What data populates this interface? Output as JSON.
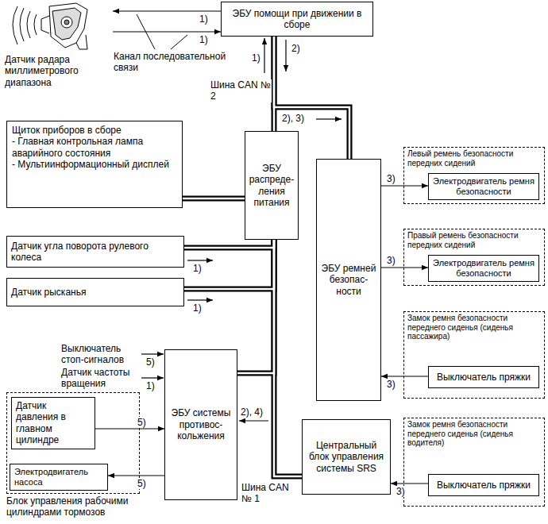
{
  "diagram": {
    "nodes": [
      {
        "text": [
          "ЭБУ помощи при движении в сборе"
        ]
      },
      {
        "text": [
          "Датчик радара миллиметрового диапазона"
        ]
      },
      {
        "text": [
          "Щиток приборов в сборе",
          "- Главная контрольная лампа аварийного состояния",
          "- Мультиинформационный дисплей"
        ]
      },
      {
        "text": [
          "ЭБУ распреде- ления питания"
        ]
      },
      {
        "text": [
          "Датчик угла поворота рулевого колеса"
        ]
      },
      {
        "text": [
          "Датчик рысканья"
        ]
      },
      {
        "text": [
          "ЭБУ ремней безопас- ности"
        ]
      },
      {
        "text": [
          "Левый ремень безопасности передних сидений"
        ]
      },
      {
        "text": [
          "Электродвигатель ремня безопасности"
        ],
        "in": 7
      },
      {
        "text": [
          "Правый ремень безопасности передних сидений"
        ]
      },
      {
        "text": [
          "Электродвигатель ремня безопасности"
        ],
        "in": 9
      },
      {
        "text": [
          "Замок ремня безопасности переднего сиденья (сиденья пассажира)"
        ]
      },
      {
        "text": [
          "Выключатель пряжки"
        ],
        "in": 11
      },
      {
        "text": [
          "ЭБУ системы противос- кольжения"
        ]
      },
      {
        "text": [
          "Блок управления рабочими цилиндрами тормозов"
        ]
      },
      {
        "text": [
          "Датчик давления в главном цилиндре"
        ],
        "in": 14
      },
      {
        "text": [
          "Электродвигатель насоса"
        ],
        "in": 14
      },
      {
        "text": [
          "Центральный блок управления системы SRS"
        ]
      },
      {
        "text": [
          "Замок ремня безопасности переднего сиденья (сиденья водителя)"
        ]
      },
      {
        "text": [
          "Выключатель пряжки"
        ],
        "in": 18
      }
    ],
    "edges": [
      {
        "from": 0,
        "to": 1,
        "arrow": "to",
        "label": "1)"
      },
      {
        "from": 1,
        "to": 0,
        "arrow": "to",
        "label": "1)"
      },
      {
        "from": 0,
        "to": 3,
        "arrow": "none"
      },
      {
        "from": 0,
        "to": 6,
        "arrow": "none"
      },
      {
        "from": 3,
        "to": 2,
        "arrow": "none"
      },
      {
        "from": 3,
        "to": 4,
        "arrow": "none"
      },
      {
        "from": 3,
        "to": 5,
        "arrow": "none"
      },
      {
        "from": 3,
        "to": 13,
        "arrow": "none"
      },
      {
        "from": 3,
        "to": 17,
        "arrow": "none"
      },
      {
        "from": 6,
        "to": 8,
        "arrow": "to",
        "label": "3)"
      },
      {
        "from": 6,
        "to": 10,
        "arrow": "to",
        "label": "3)"
      },
      {
        "from": 12,
        "to": 6,
        "arrow": "to",
        "label": "3)"
      },
      {
        "from": 15,
        "to": 13,
        "arrow": "to",
        "label": "5)"
      },
      {
        "from": 13,
        "to": 16,
        "arrow": "to",
        "label": "5)"
      },
      {
        "from": 19,
        "to": 17,
        "arrow": "to",
        "label": "3)"
      }
    ],
    "labels": [
      "Канал последовательной связи",
      "1)",
      "2)",
      "Шина CAN № 2",
      "2), 3)",
      "1)",
      "1)",
      "Выключатель стоп-сигналов",
      "5)",
      "Датчик частоты вращения",
      "1)",
      "2), 4)",
      "Шина CAN № 1"
    ]
  }
}
